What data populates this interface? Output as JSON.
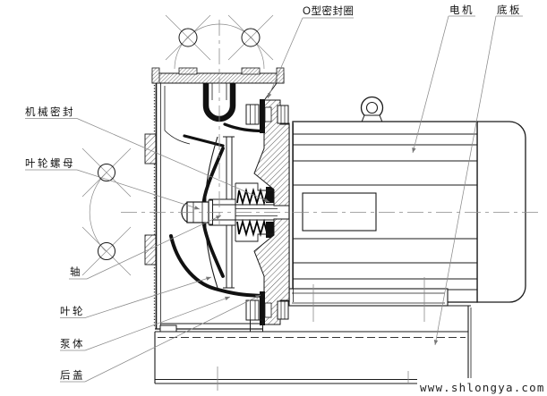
{
  "diagram": {
    "kind": "pump-motor-cross-section"
  },
  "callouts": [
    {
      "id": "o-ring-seal",
      "label": "O型密封圈"
    },
    {
      "id": "motor",
      "label": "电机"
    },
    {
      "id": "base-plate",
      "label": "底板"
    },
    {
      "id": "mechanical-seal",
      "label": "机械密封"
    },
    {
      "id": "impeller-nut",
      "label": "叶轮螺母"
    },
    {
      "id": "shaft",
      "label": "轴"
    },
    {
      "id": "impeller",
      "label": "叶轮"
    },
    {
      "id": "pump-body",
      "label": "泵体"
    },
    {
      "id": "rear-cover",
      "label": "后盖"
    }
  ],
  "watermark": {
    "text": "www.shlongya.com"
  },
  "colors": {
    "background": "#ffffff",
    "line": "#1a1a1a",
    "leader": "#8a8a8a",
    "hatch": "#2b2b2b"
  }
}
